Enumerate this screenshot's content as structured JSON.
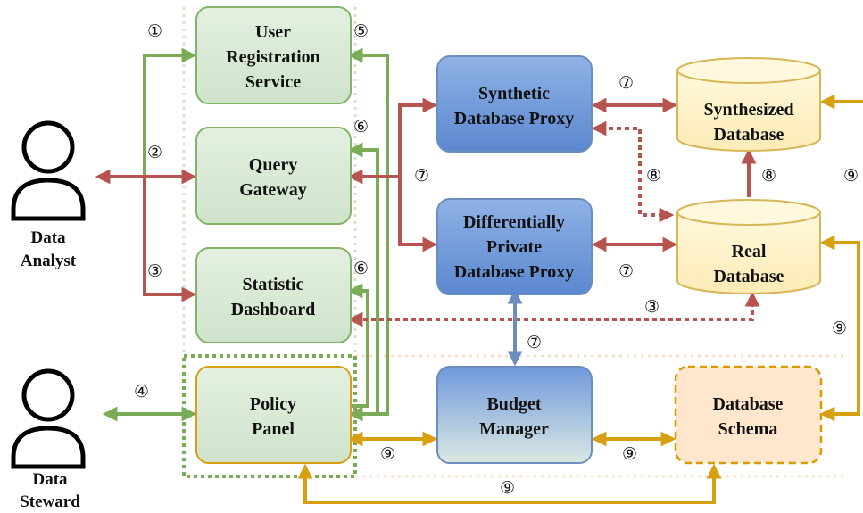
{
  "actors": {
    "analyst": {
      "line1": "Data",
      "line2": "Analyst"
    },
    "steward": {
      "line1": "Data",
      "line2": "Steward"
    }
  },
  "boxes": {
    "user_registration": [
      "User",
      "Registration",
      "Service"
    ],
    "query_gateway": [
      "Query",
      "Gateway"
    ],
    "statistic_dashboard": [
      "Statistic",
      "Dashboard"
    ],
    "policy_panel": [
      "Policy",
      "Panel"
    ],
    "synthetic_proxy": [
      "Synthetic",
      "Database Proxy"
    ],
    "dp_proxy": [
      "Differentially",
      "Private",
      "Database Proxy"
    ],
    "budget_manager": [
      "Budget",
      "Manager"
    ],
    "database_schema": [
      "Database",
      "Schema"
    ],
    "synthesized_db": [
      "Synthesized",
      "Database"
    ],
    "real_db": [
      "Real",
      "Database"
    ]
  },
  "steps": {
    "s1": "①",
    "s2": "②",
    "s3": "③",
    "s4": "④",
    "s5": "⑤",
    "s6": "⑥",
    "s7": "⑦",
    "s8": "⑧",
    "s9": "⑨"
  },
  "colors": {
    "green_arrow": "#7aab57",
    "red_arrow": "#b85450",
    "gold_arrow": "#d6a011",
    "blue_arrow": "#6c8ebf",
    "green_fill": "#d5e8d4",
    "green_stroke": "#82b366",
    "blue_fill_top": "#dae8fc",
    "blue_fill_bottom": "#7ea6e0",
    "db_fill": "#fff2cc",
    "db_stroke": "#d6b656",
    "schema_fill": "#ffe6cc",
    "schema_stroke": "#d79b00"
  }
}
